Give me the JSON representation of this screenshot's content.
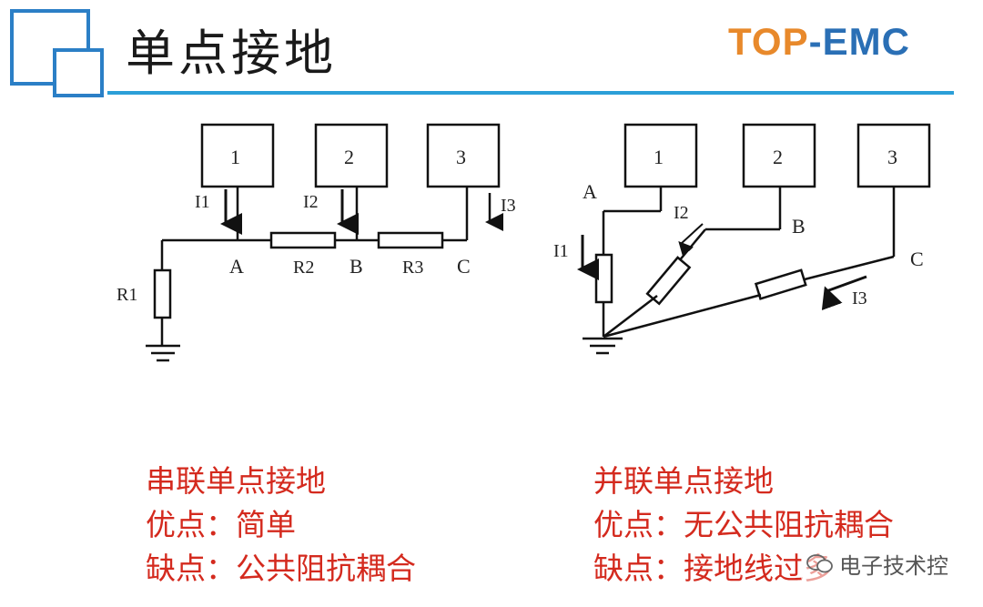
{
  "header": {
    "title": "单点接地",
    "brand": {
      "part1": "TOP",
      "part2": "-",
      "part3": "EMC"
    }
  },
  "series_diagram": {
    "box_labels": [
      "1",
      "2",
      "3"
    ],
    "current_labels": [
      "I1",
      "I2",
      "I3"
    ],
    "node_labels": [
      "A",
      "B",
      "C"
    ],
    "resistor_labels": [
      "R1",
      "R2",
      "R3"
    ]
  },
  "parallel_diagram": {
    "box_labels": [
      "1",
      "2",
      "3"
    ],
    "current_labels": [
      "I1",
      "I2",
      "I3"
    ],
    "node_labels": [
      "A",
      "B",
      "C"
    ]
  },
  "captions": {
    "left": {
      "line1": "串联单点接地",
      "line2": "优点：简单",
      "line3": "缺点：公共阻抗耦合"
    },
    "right": {
      "line1": "并联单点接地",
      "line2": "优点：无公共阻抗耦合",
      "line3": "缺点：接地线过多"
    }
  },
  "watermark": {
    "text": "电子技术控"
  },
  "colors": {
    "accent": "#2b9fd8",
    "caption": "#d42a1e",
    "brand_orange": "#e8892b",
    "brand_blue": "#2a6fb5"
  }
}
